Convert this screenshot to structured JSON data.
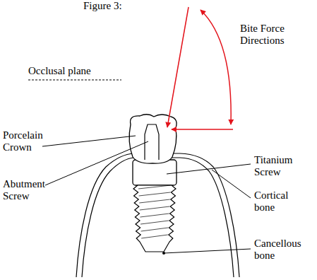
{
  "diagram": {
    "title": "Figure 3:",
    "labels": [
      "Bite Force Directions",
      "Occlusal plane",
      "Porcelain Crown",
      "Abutment Screw",
      "Titanium Screw",
      "Cortical bone",
      "Cancellous bone"
    ]
  }
}
